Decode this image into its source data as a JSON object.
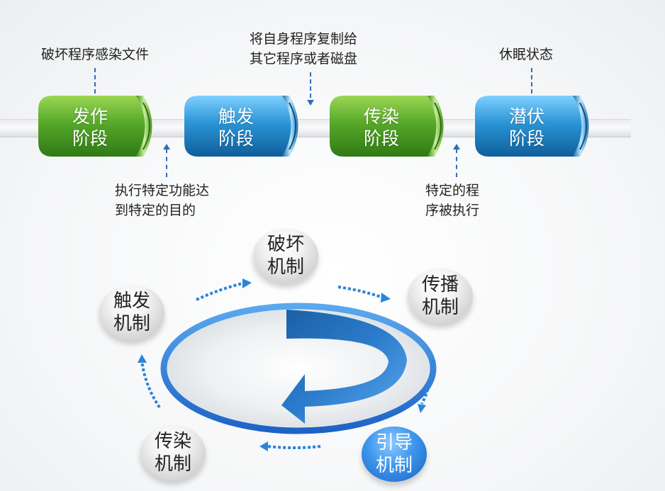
{
  "timeline": {
    "phases": [
      {
        "line1": "发作",
        "line2": "阶段",
        "color": "green"
      },
      {
        "line1": "触发",
        "line2": "阶段",
        "color": "blue"
      },
      {
        "line1": "传染",
        "line2": "阶段",
        "color": "green"
      },
      {
        "line1": "潜伏",
        "line2": "阶段",
        "color": "blue"
      }
    ],
    "annotations": {
      "a1": "破坏程序感染文件",
      "a2_line1": "将自身程序复制给",
      "a2_line2": "其它程序或者磁盘",
      "a3": "休眠状态",
      "b1_line1": "执行特定功能达",
      "b1_line2": "到特定的目的",
      "b2_line1": "特定的程",
      "b2_line2": "序被执行"
    }
  },
  "cycle": {
    "nodes": {
      "destroy": {
        "line1": "破坏",
        "line2": "机制"
      },
      "spread": {
        "line1": "传播",
        "line2": "机制"
      },
      "guide": {
        "line1": "引导",
        "line2": "机制"
      },
      "infect": {
        "line1": "传染",
        "line2": "机制"
      },
      "trigger": {
        "line1": "触发",
        "line2": "机制"
      }
    }
  },
  "colors": {
    "green": "#4a9f22",
    "blue": "#1c82c8",
    "accent": "#2f6eb5"
  }
}
